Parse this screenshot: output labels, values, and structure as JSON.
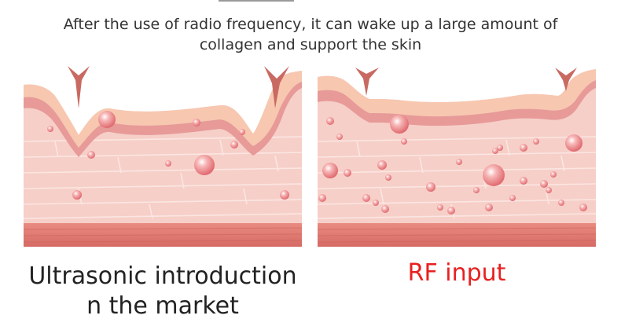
{
  "title": {
    "line1": "After the use of radio frequency, it can wake up a large amount of",
    "line2": "collagen and support the skin"
  },
  "panels": {
    "left": {
      "caption_line1": "Ultrasonic introduction",
      "caption_line2": "n the market"
    },
    "right": {
      "caption": "RF input"
    }
  },
  "colors": {
    "skin_background": "#f6cfc8",
    "collagen_lines": "#fbe6e2",
    "epidermis_outer": "#f7c7b0",
    "epidermis_inner": "#e79a98",
    "muscle": "#e07b74",
    "droplet": "#ef8f92",
    "right_caption": "#e82020"
  },
  "icons": [
    "collagen-droplet-icon",
    "wrinkle-icon"
  ]
}
